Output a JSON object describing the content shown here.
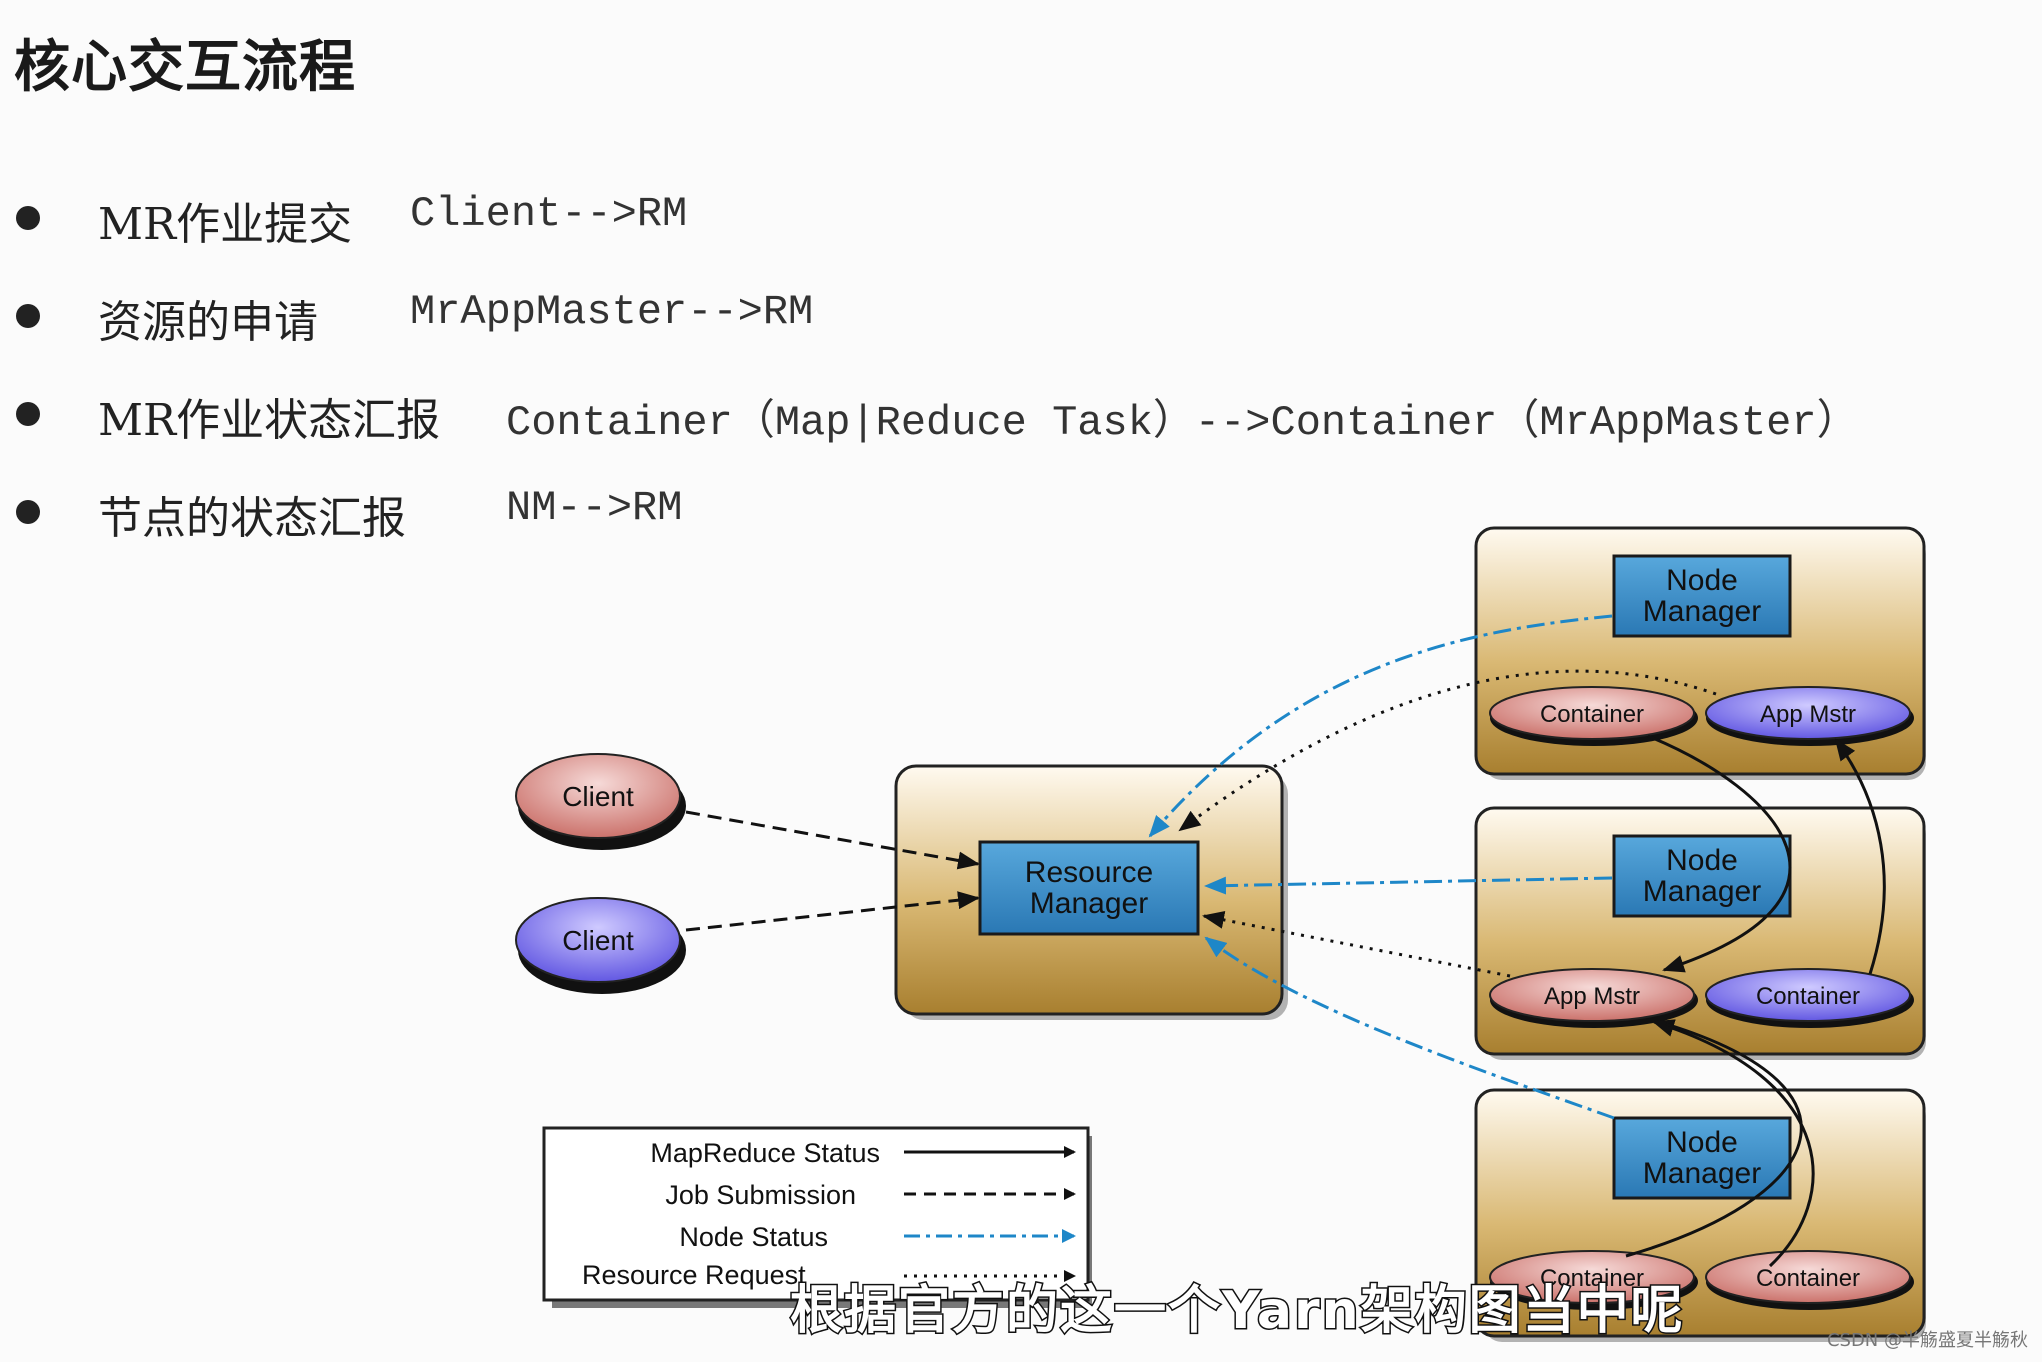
{
  "title": "核心交互流程",
  "bullets": [
    {
      "label": "MR作业提交",
      "detail": "Client-->RM"
    },
    {
      "label": "资源的申请",
      "detail": "MrAppMaster-->RM"
    },
    {
      "label": "MR作业状态汇报",
      "detail": "Container（Map|Reduce Task）-->Container（MrAppMaster）"
    },
    {
      "label": "节点的状态汇报",
      "detail": "NM-->RM"
    }
  ],
  "diagram": {
    "clients": [
      "Client",
      "Client"
    ],
    "resource_manager": "Resource Manager",
    "resource_manager_lines": [
      "Resource",
      "Manager"
    ],
    "node_manager_lines": [
      "Node",
      "Manager"
    ],
    "nodes": [
      {
        "node_manager": "Node Manager",
        "left_pod": "Container",
        "right_pod": "App Mstr"
      },
      {
        "node_manager": "Node Manager",
        "left_pod": "App Mstr",
        "right_pod": "Container"
      },
      {
        "node_manager": "Node Manager",
        "left_pod": "Container",
        "right_pod": "Container"
      }
    ],
    "legend": [
      {
        "label": "MapReduce Status",
        "style": "solid"
      },
      {
        "label": "Job Submission",
        "style": "dashed"
      },
      {
        "label": "Node Status",
        "style": "dash-dot"
      },
      {
        "label": "Resource Request",
        "style": "dotted"
      }
    ],
    "colors": {
      "box_fill": "#c8a45a",
      "rm_fill": "#3c8fc7",
      "client_red": "#d98b86",
      "client_blue": "#7a72e8",
      "node_status": "#1e87c8"
    }
  },
  "subtitle": "根据官方的这一个Yarn架构图当中呢",
  "watermark": "CSDN @半觞盛夏半觞秋"
}
